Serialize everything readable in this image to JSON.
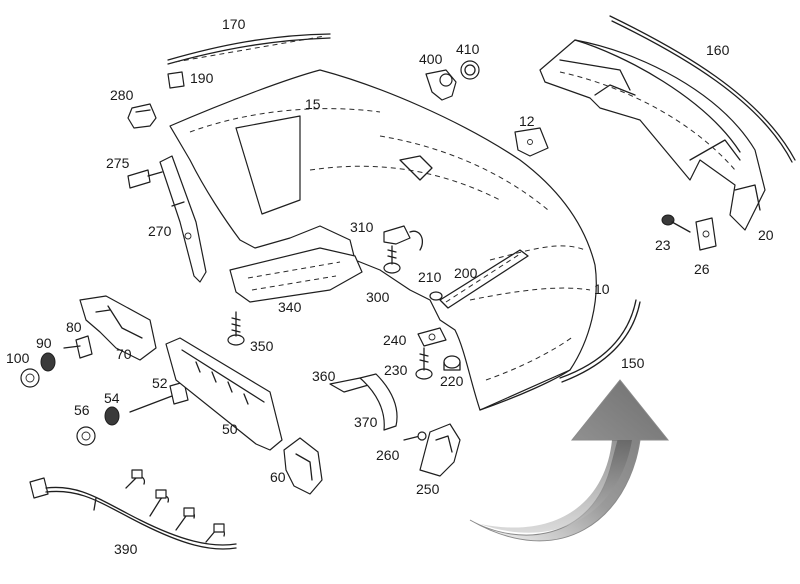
{
  "diagram": {
    "labels": [
      {
        "id": "170",
        "text": "170"
      },
      {
        "id": "160",
        "text": "160"
      },
      {
        "id": "190",
        "text": "190"
      },
      {
        "id": "280",
        "text": "280"
      },
      {
        "id": "15",
        "text": "15"
      },
      {
        "id": "400",
        "text": "400"
      },
      {
        "id": "410",
        "text": "410"
      },
      {
        "id": "12",
        "text": "12"
      },
      {
        "id": "275",
        "text": "275"
      },
      {
        "id": "270",
        "text": "270"
      },
      {
        "id": "310",
        "text": "310"
      },
      {
        "id": "23",
        "text": "23"
      },
      {
        "id": "20",
        "text": "20"
      },
      {
        "id": "26",
        "text": "26"
      },
      {
        "id": "210",
        "text": "210"
      },
      {
        "id": "200",
        "text": "200"
      },
      {
        "id": "300",
        "text": "300"
      },
      {
        "id": "340",
        "text": "340"
      },
      {
        "id": "10",
        "text": "10"
      },
      {
        "id": "80",
        "text": "80"
      },
      {
        "id": "90",
        "text": "90"
      },
      {
        "id": "100",
        "text": "100"
      },
      {
        "id": "70",
        "text": "70"
      },
      {
        "id": "350",
        "text": "350"
      },
      {
        "id": "240",
        "text": "240"
      },
      {
        "id": "230",
        "text": "230"
      },
      {
        "id": "220",
        "text": "220"
      },
      {
        "id": "150",
        "text": "150"
      },
      {
        "id": "52",
        "text": "52"
      },
      {
        "id": "54",
        "text": "54"
      },
      {
        "id": "56",
        "text": "56"
      },
      {
        "id": "360",
        "text": "360"
      },
      {
        "id": "370",
        "text": "370"
      },
      {
        "id": "50",
        "text": "50"
      },
      {
        "id": "260",
        "text": "260"
      },
      {
        "id": "60",
        "text": "60"
      },
      {
        "id": "250",
        "text": "250"
      },
      {
        "id": "390",
        "text": "390"
      }
    ]
  }
}
